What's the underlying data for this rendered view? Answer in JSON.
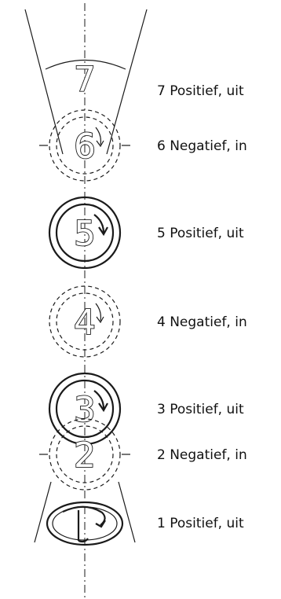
{
  "labels": [
    "7 Positief, uit",
    "6 Negatief, in",
    "5 Positief, uit",
    "4 Negatief, in",
    "3 Positief, uit",
    "2 Negatief, in",
    "1 Positief, uit"
  ],
  "numbers": [
    "7",
    "6",
    "5",
    "4",
    "3",
    "2"
  ]
}
